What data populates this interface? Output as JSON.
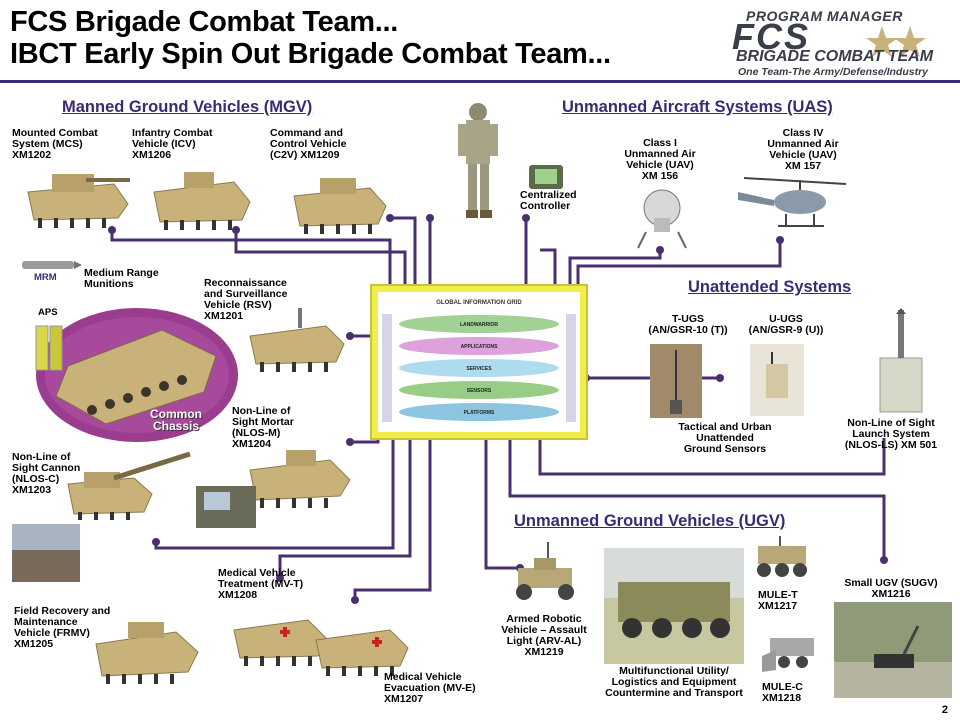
{
  "header": {
    "title_line1": "FCS Brigade Combat Team...",
    "title_line2": "IBCT Early Spin Out Brigade Combat Team..."
  },
  "logo": {
    "top": "PROGRAM MANAGER",
    "fcs": "FCS",
    "bct": "BRIGADE COMBAT TEAM",
    "tagline": "One Team-The Army/Defense/Industry"
  },
  "sections": {
    "mgv": "Manned Ground Vehicles (MGV)",
    "uas": "Unmanned Aircraft Systems (UAS)",
    "unattended": "Unattended Systems",
    "ugv": "Unmanned Ground Vehicles (UGV)"
  },
  "labels": {
    "mcs": [
      "Mounted Combat",
      "System (MCS)",
      "XM1202"
    ],
    "icv": [
      "Infantry Combat",
      "Vehicle (ICV)",
      "XM1206"
    ],
    "c2v": [
      "Command and",
      "Control Vehicle",
      "(C2V) XM1209"
    ],
    "mrm": "MRM",
    "mrm_desc": [
      "Medium Range",
      "Munitions"
    ],
    "aps": "APS",
    "common_chassis": [
      "Common",
      "Chassis"
    ],
    "rsv": [
      "Reconnaissance",
      "and Surveillance",
      "Vehicle (RSV)",
      "XM1201"
    ],
    "nlosm": [
      "Non-Line of",
      "Sight Mortar",
      "(NLOS-M)",
      "XM1204"
    ],
    "nlosc": [
      "Non-Line of",
      "Sight Cannon",
      "(NLOS-C)",
      "XM1203"
    ],
    "frmv": [
      "Field Recovery and",
      "Maintenance",
      "Vehicle (FRMV)",
      "XM1205"
    ],
    "mvt": [
      "Medical Vehicle",
      "Treatment (MV-T)",
      "XM1208"
    ],
    "mve": [
      "Medical Vehicle",
      "Evacuation (MV-E)",
      "XM1207"
    ],
    "controller": [
      "Centralized",
      "Controller"
    ],
    "class1": [
      "Class I",
      "Unmanned Air",
      "Vehicle (UAV)",
      "XM 156"
    ],
    "class4": [
      "Class IV",
      "Unmanned Air",
      "Vehicle (UAV)",
      "XM 157"
    ],
    "tugs": [
      "T-UGS",
      "(AN/GSR-10 (T))"
    ],
    "uugs": [
      "U-UGS",
      "(AN/GSR-9 (U))"
    ],
    "sensors": [
      "Tactical and Urban",
      "Unattended",
      "Ground Sensors"
    ],
    "nlosls": [
      "Non-Line of Sight",
      "Launch System",
      "(NLOS-LS) XM 501"
    ],
    "arv": [
      "Armed Robotic",
      "Vehicle – Assault",
      "Light (ARV-AL)",
      "XM1219"
    ],
    "mule_t": [
      "MULE-T",
      "XM1217"
    ],
    "sugv": [
      "Small UGV (SUGV)",
      "XM1216"
    ],
    "mule_c": [
      "MULE-C",
      "XM1218"
    ],
    "multi": [
      "Multifunctional Utility/",
      "Logistics and Equipment",
      "Countermine and Transport"
    ]
  },
  "central_graphic": {
    "title": "GLOBAL INFORMATION GRID",
    "layers": [
      "LANDWARRIOR",
      "APPLICATIONS",
      "SERVICES",
      "SENSORS",
      "PLATFORMS"
    ]
  },
  "colors": {
    "accent": "#3b2a73",
    "line": "#4a2f6f",
    "tan": "#c9b27a",
    "highlight": "#f0ee4a"
  },
  "page_number": "2"
}
